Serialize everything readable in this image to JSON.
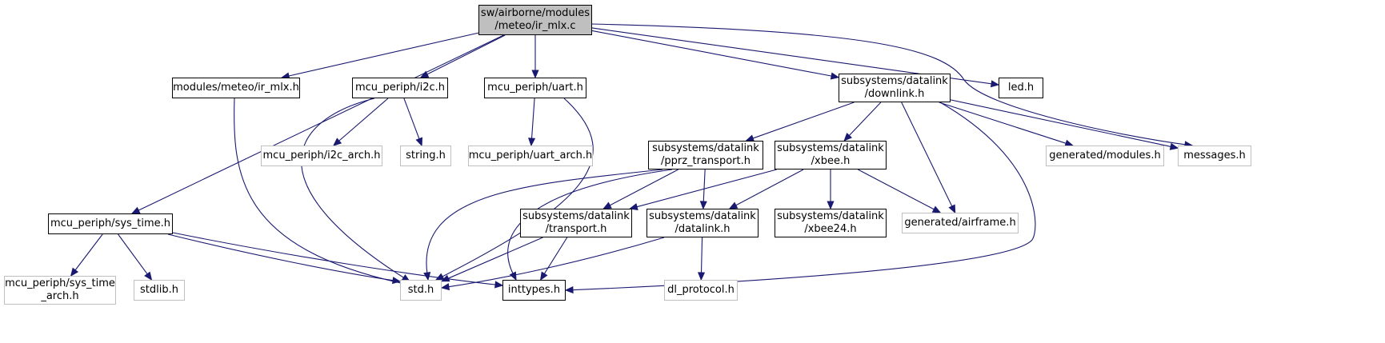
{
  "colors": {
    "edge": "#191970",
    "node_border": "#000000",
    "missing_border": "#bfbfbf",
    "root_fill": "#bfbfbf",
    "background": "#ffffff"
  },
  "nodes": [
    {
      "id": "root",
      "label": "sw/airborne/modules\n/meteo/ir_mlx.c",
      "kind": "root"
    },
    {
      "id": "ir_mlx_h",
      "label": "modules/meteo/ir_mlx.h",
      "kind": "file"
    },
    {
      "id": "i2c_h",
      "label": "mcu_periph/i2c.h",
      "kind": "file"
    },
    {
      "id": "uart_h",
      "label": "mcu_periph/uart.h",
      "kind": "file"
    },
    {
      "id": "downlink_h",
      "label": "subsystems/datalink\n/downlink.h",
      "kind": "file"
    },
    {
      "id": "led_h",
      "label": "led.h",
      "kind": "file"
    },
    {
      "id": "sys_time_h",
      "label": "mcu_periph/sys_time.h",
      "kind": "file"
    },
    {
      "id": "i2c_arch_h",
      "label": "mcu_periph/i2c_arch.h",
      "kind": "missing"
    },
    {
      "id": "string_h",
      "label": "string.h",
      "kind": "missing"
    },
    {
      "id": "uart_arch_h",
      "label": "mcu_periph/uart_arch.h",
      "kind": "missing"
    },
    {
      "id": "pprz_transport_h",
      "label": "subsystems/datalink\n/pprz_transport.h",
      "kind": "file"
    },
    {
      "id": "xbee_h",
      "label": "subsystems/datalink\n/xbee.h",
      "kind": "file"
    },
    {
      "id": "gen_modules_h",
      "label": "generated/modules.h",
      "kind": "missing"
    },
    {
      "id": "messages_h",
      "label": "messages.h",
      "kind": "missing"
    },
    {
      "id": "transport_h",
      "label": "subsystems/datalink\n/transport.h",
      "kind": "file"
    },
    {
      "id": "datalink_h",
      "label": "subsystems/datalink\n/datalink.h",
      "kind": "file"
    },
    {
      "id": "xbee24_h",
      "label": "subsystems/datalink\n/xbee24.h",
      "kind": "file"
    },
    {
      "id": "gen_airframe_h",
      "label": "generated/airframe.h",
      "kind": "missing"
    },
    {
      "id": "sys_time_arch_h",
      "label": "mcu_periph/sys_time\n_arch.h",
      "kind": "missing"
    },
    {
      "id": "stdlib_h",
      "label": "stdlib.h",
      "kind": "missing"
    },
    {
      "id": "std_h",
      "label": "std.h",
      "kind": "missing"
    },
    {
      "id": "inttypes_h",
      "label": "inttypes.h",
      "kind": "file"
    },
    {
      "id": "dl_protocol_h",
      "label": "dl_protocol.h",
      "kind": "missing"
    }
  ],
  "edges": [
    {
      "from": "root",
      "to": "ir_mlx_h"
    },
    {
      "from": "root",
      "to": "i2c_h"
    },
    {
      "from": "root",
      "to": "uart_h"
    },
    {
      "from": "root",
      "to": "downlink_h"
    },
    {
      "from": "root",
      "to": "led_h"
    },
    {
      "from": "root",
      "to": "messages_h"
    },
    {
      "from": "root",
      "to": "sys_time_h"
    },
    {
      "from": "ir_mlx_h",
      "to": "std_h"
    },
    {
      "from": "i2c_h",
      "to": "i2c_arch_h"
    },
    {
      "from": "i2c_h",
      "to": "string_h"
    },
    {
      "from": "i2c_h",
      "to": "std_h"
    },
    {
      "from": "uart_h",
      "to": "uart_arch_h"
    },
    {
      "from": "uart_h",
      "to": "std_h"
    },
    {
      "from": "downlink_h",
      "to": "pprz_transport_h"
    },
    {
      "from": "downlink_h",
      "to": "xbee_h"
    },
    {
      "from": "downlink_h",
      "to": "gen_modules_h"
    },
    {
      "from": "downlink_h",
      "to": "messages_h"
    },
    {
      "from": "downlink_h",
      "to": "gen_airframe_h"
    },
    {
      "from": "downlink_h",
      "to": "inttypes_h"
    },
    {
      "from": "pprz_transport_h",
      "to": "transport_h"
    },
    {
      "from": "pprz_transport_h",
      "to": "datalink_h"
    },
    {
      "from": "pprz_transport_h",
      "to": "std_h"
    },
    {
      "from": "pprz_transport_h",
      "to": "inttypes_h"
    },
    {
      "from": "xbee_h",
      "to": "transport_h"
    },
    {
      "from": "xbee_h",
      "to": "datalink_h"
    },
    {
      "from": "xbee_h",
      "to": "xbee24_h"
    },
    {
      "from": "xbee_h",
      "to": "gen_airframe_h"
    },
    {
      "from": "transport_h",
      "to": "std_h"
    },
    {
      "from": "transport_h",
      "to": "inttypes_h"
    },
    {
      "from": "datalink_h",
      "to": "std_h"
    },
    {
      "from": "datalink_h",
      "to": "dl_protocol_h"
    },
    {
      "from": "sys_time_h",
      "to": "sys_time_arch_h"
    },
    {
      "from": "sys_time_h",
      "to": "stdlib_h"
    },
    {
      "from": "sys_time_h",
      "to": "std_h"
    },
    {
      "from": "sys_time_h",
      "to": "inttypes_h"
    }
  ]
}
